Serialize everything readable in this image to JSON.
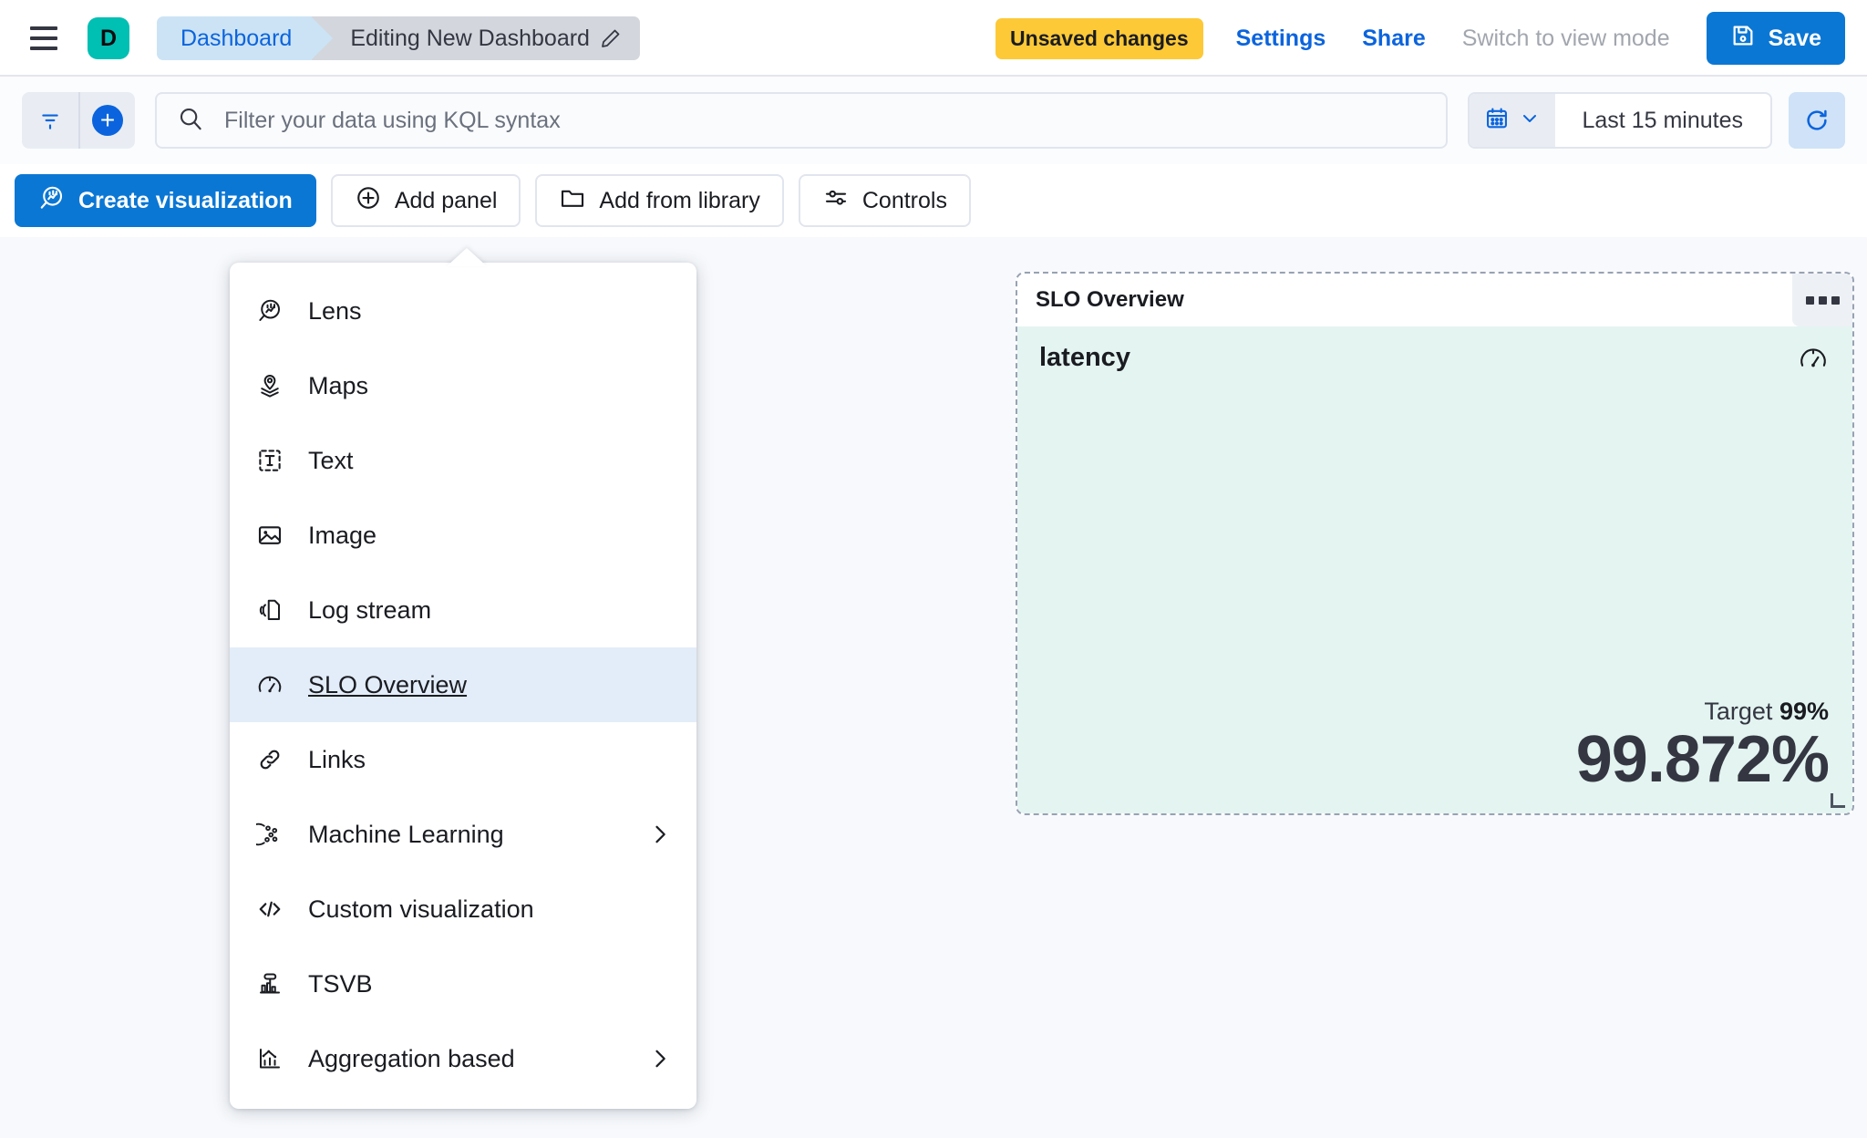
{
  "header": {
    "menu_icon": "hamburger-icon",
    "avatar_letter": "D",
    "breadcrumb_root": "Dashboard",
    "breadcrumb_current": "Editing New Dashboard",
    "edit_icon": "pencil-icon",
    "unsaved_badge": "Unsaved changes",
    "settings_link": "Settings",
    "share_link": "Share",
    "view_mode_link": "Switch to view mode",
    "save_label": "Save",
    "save_icon": "save-disk-icon"
  },
  "querybar": {
    "filter_icon": "filter-icon",
    "add_filter_icon": "plus-circle-icon",
    "search_icon": "search-icon",
    "placeholder": "Filter your data using KQL syntax",
    "value": "",
    "calendar_icon": "calendar-icon",
    "chevron_icon": "chevron-down-icon",
    "time_range": "Last 15 minutes",
    "refresh_icon": "refresh-icon"
  },
  "toolbar": {
    "buttons": [
      {
        "label": "Create visualization",
        "icon": "lens-icon",
        "variant": "primary"
      },
      {
        "label": "Add panel",
        "icon": "plus-circle-outline-icon",
        "variant": "default"
      },
      {
        "label": "Add from library",
        "icon": "folder-icon",
        "variant": "default"
      },
      {
        "label": "Controls",
        "icon": "sliders-icon",
        "variant": "default"
      }
    ]
  },
  "add_panel_menu": {
    "items": [
      {
        "label": "Lens",
        "icon": "lens-icon",
        "submenu": false,
        "selected": false
      },
      {
        "label": "Maps",
        "icon": "map-pin-layers-icon",
        "submenu": false,
        "selected": false
      },
      {
        "label": "Text",
        "icon": "text-box-icon",
        "submenu": false,
        "selected": false
      },
      {
        "label": "Image",
        "icon": "image-icon",
        "submenu": false,
        "selected": false
      },
      {
        "label": "Log stream",
        "icon": "log-stream-icon",
        "submenu": false,
        "selected": false
      },
      {
        "label": "SLO Overview",
        "icon": "gauge-icon",
        "submenu": false,
        "selected": true
      },
      {
        "label": "Links",
        "icon": "link-icon",
        "submenu": false,
        "selected": false
      },
      {
        "label": "Machine Learning",
        "icon": "machine-learning-icon",
        "submenu": true,
        "selected": false
      },
      {
        "label": "Custom visualization",
        "icon": "code-icon",
        "submenu": false,
        "selected": false
      },
      {
        "label": "TSVB",
        "icon": "tsvb-icon",
        "submenu": false,
        "selected": false
      },
      {
        "label": "Aggregation based",
        "icon": "aggregation-icon",
        "submenu": true,
        "selected": false
      }
    ]
  },
  "slo_panel": {
    "panel_title": "SLO Overview",
    "context_menu_icon": "three-dots-icon",
    "slo_name": "latency",
    "gauge_icon": "gauge-icon",
    "target_label": "Target",
    "target_value": "99%",
    "sli_value": "99.872%"
  },
  "colors": {
    "accent_blue": "#0B77D4",
    "link_blue": "#0B64DD",
    "warning_yellow": "#FDC936",
    "avatar_teal": "#00BFB3",
    "slo_success_bg": "#E4F4F1",
    "menu_selected_bg": "#E3EDF9"
  }
}
